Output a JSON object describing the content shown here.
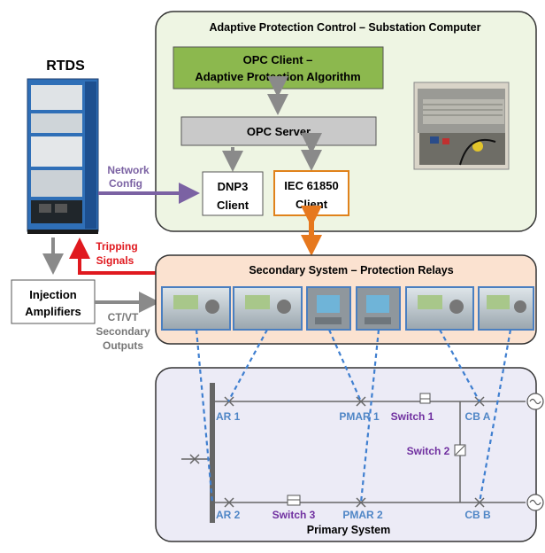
{
  "panels": {
    "control": {
      "title": "Adaptive Protection Control – Substation Computer",
      "fill": "#eef5e3"
    },
    "secondary": {
      "title": "Secondary System – Protection Relays",
      "fill": "#fbe2d0"
    },
    "primary": {
      "title": "Primary System",
      "fill": "#ecebf6"
    }
  },
  "rtds": {
    "title": "RTDS"
  },
  "blocks": {
    "opc_client": {
      "line1": "OPC Client –",
      "line2": "Adaptive Protection Algorithm",
      "fill": "#8cb84e"
    },
    "opc_server": {
      "label": "OPC Server",
      "fill": "#c9c9c9"
    },
    "dnp3": {
      "line1": "DNP3",
      "line2": "Client"
    },
    "iec": {
      "line1": "IEC 61850",
      "line2": "Client",
      "border": "#e0821b"
    },
    "injection": {
      "line1": "Injection",
      "line2": "Amplifiers"
    }
  },
  "labels": {
    "network1": "Network",
    "network2": "Config",
    "tripping1": "Tripping",
    "tripping2": "Signals",
    "ctvt1": "CT/VT",
    "ctvt2": "Secondary",
    "ctvt3": "Outputs"
  },
  "nodes": {
    "ar1": "AR 1",
    "ar2": "AR 2",
    "pmar1": "PMAR 1",
    "pmar2": "PMAR 2",
    "cba": "CB A",
    "cbb": "CB B",
    "switch1": "Switch 1",
    "switch2": "Switch 2",
    "switch3": "Switch 3"
  },
  "colors": {
    "node_blue": "#4f86c6",
    "switch_purple": "#7030a0",
    "network_purple": "#7b62a3",
    "tripping_red": "#e0191f",
    "arrow_gray": "#8a8a8a",
    "iec_arrow_orange": "#e6781e"
  }
}
